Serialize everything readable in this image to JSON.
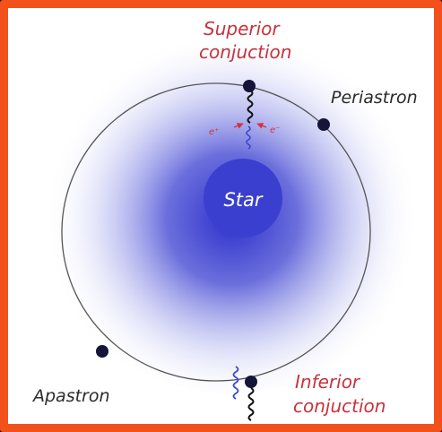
{
  "colors": {
    "frame": "#f2511b",
    "star": "#3a3fd0",
    "glow": "#2a2ecb",
    "orbit": "#555555",
    "points": "#15153a",
    "red_text": "#c8323c",
    "dark_text": "#2a2a2a",
    "wave_black": "#111111",
    "wave_blue": "#3b48c8"
  },
  "labels": {
    "star": "Star",
    "superior_line1": "Superior",
    "superior_line2": "conjuction",
    "inferior_line1": "Inferior",
    "inferior_line2": "conjuction",
    "periastron": "Periastron",
    "apastron": "Apastron",
    "ion_left": "e⁺",
    "ion_right": "e⁻"
  },
  "icons": {
    "orbit_points": "filled-circle",
    "emission": "wavy-line-icon",
    "ion_arrows": "arrow-icon"
  }
}
